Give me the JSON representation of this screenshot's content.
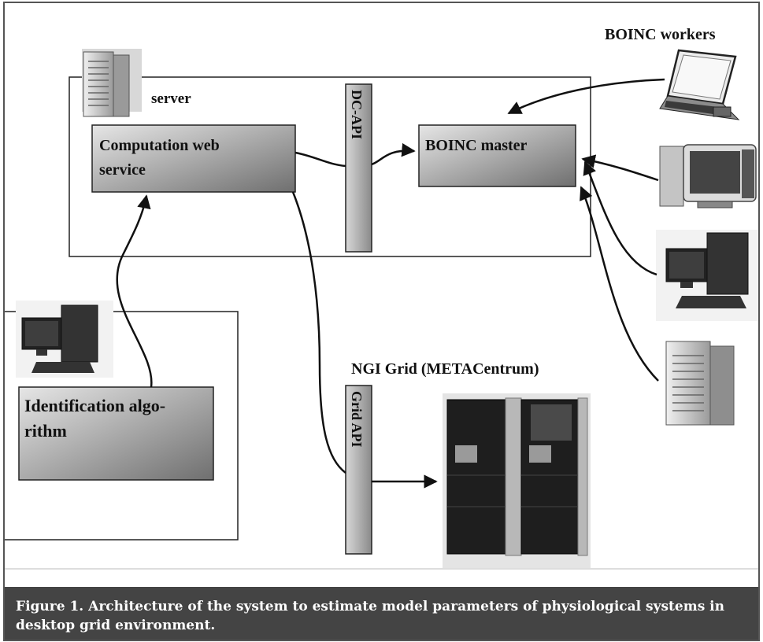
{
  "labels": {
    "boinc_workers": "BOINC workers",
    "server": "server",
    "computation_web_service_line1": "Computation web",
    "computation_web_service_line2": "service",
    "dc_api": "DC-API",
    "boinc_master": "BOINC master",
    "identification_line1": "Identification algo-",
    "identification_line2": "rithm",
    "ngi_grid": "NGI Grid (METACentrum)",
    "grid_api": "Grid API"
  },
  "caption": {
    "text": "Figure 1. Architecture of the system to estimate model parameters of physiological systems in desktop grid environment."
  },
  "icons": [
    "server-tower-icon",
    "laptop-icon",
    "crt-computer-icon",
    "desktop-computer-icon",
    "supercomputer-racks-icon"
  ],
  "colors": {
    "caption_bg": "#444444",
    "caption_text": "#ffffff",
    "box_gradient_light": "#e6e6e6",
    "box_gradient_dark": "#6f6f6f"
  }
}
